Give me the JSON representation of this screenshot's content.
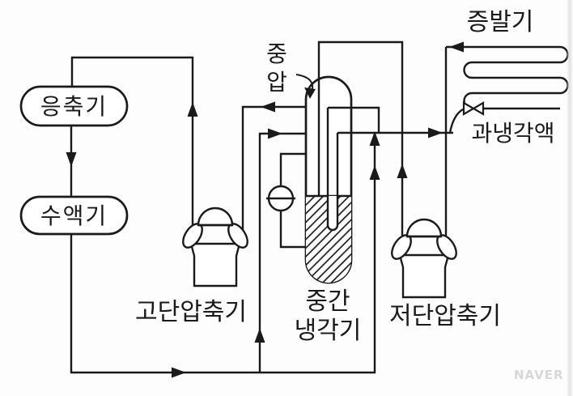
{
  "diagram": {
    "title_context": "two-stage compression refrigeration cycle schematic",
    "labels": {
      "condenser": "응축기",
      "receiver": "수액기",
      "high_stage_compressor": "고단압축기",
      "intercooler_line1": "중간",
      "intercooler_line2": "냉각기",
      "low_stage_compressor": "저단압축기",
      "evaporator": "증발기",
      "intermediate_pressure": "중압",
      "subcooled_liquid": "과냉각액"
    },
    "icons": {
      "expansion_valve": "bowtie-valve",
      "float_gauge": "circle-with-level-line",
      "compressor": "dome-with-ears-body",
      "liquid_fill": "diagonal-hatch"
    },
    "colors": {
      "line": "#1a1a1a",
      "background": "#fdfdfd",
      "watermark": "#d7d7d7"
    },
    "watermark": "NAVER"
  }
}
